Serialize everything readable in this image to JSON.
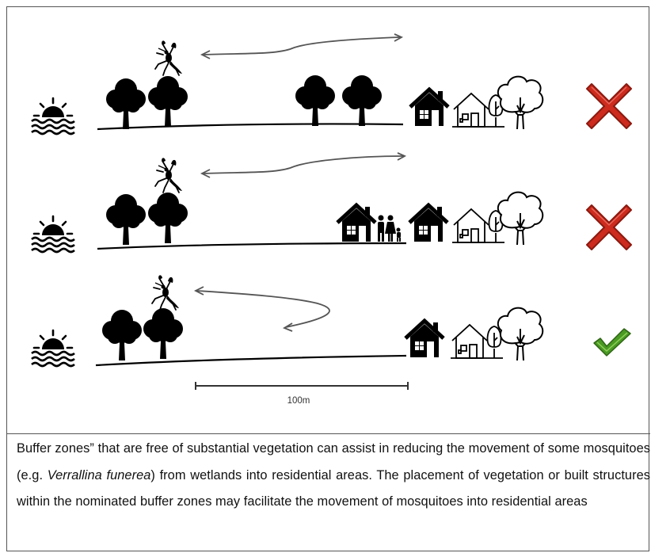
{
  "figure": {
    "scale_bar_label": "100m",
    "rows": [
      {
        "outcome": "cross",
        "outcome_color": "#cc2b1d"
      },
      {
        "outcome": "cross",
        "outcome_color": "#cc2b1d"
      },
      {
        "outcome": "check",
        "outcome_color": "#4a9a24"
      }
    ],
    "icons": [
      "sun-over-water-icon",
      "mosquito-icon",
      "tree-icon",
      "house-icon",
      "outlined-house-icon",
      "outlined-tree-icon",
      "family-icon",
      "red-cross-icon",
      "green-check-icon"
    ]
  },
  "caption": {
    "part1": "Buffer zones” that are free of substantial vegetation can assist in reducing the movement of some mosquitoes (e.g. ",
    "species": "Verrallina funerea",
    "part2": ") from wetlands into residential areas. The placement of vegetation or built structures within the nominated buffer zones may facilitate the movement of mosquitoes into residential areas"
  }
}
